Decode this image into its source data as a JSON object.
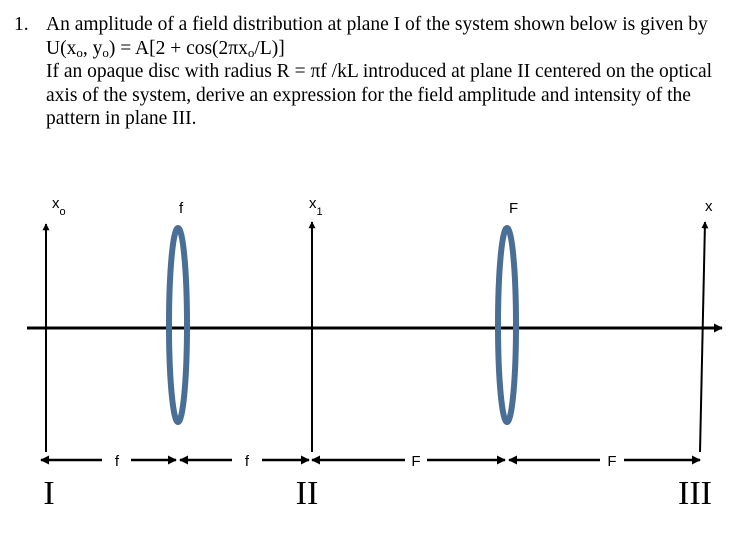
{
  "problem": {
    "number": "1.",
    "line1": "An amplitude of a field distribution at plane I of the system shown below is given by",
    "formula_prefix": "U(x",
    "sub_o": "o",
    "formula_mid": ", y",
    "formula_rest": ") = A[2 + cos(2πx",
    "formula_end": "/L)]",
    "line3": "If an opaque disc with radius R = πf /kL introduced at plane II centered on the optical",
    "line4": "axis of the system, derive an expression for the field amplitude and intensity of the",
    "line5": "pattern in plane III."
  },
  "diagram": {
    "axis_labels": {
      "x0_base": "x",
      "x0_sub": "o",
      "x1_base": "x",
      "x1_sub": "1",
      "x": "x"
    },
    "lens_labels": {
      "lens1": "f",
      "lens2": "F"
    },
    "distance_labels": [
      "f",
      "f",
      "F",
      "F"
    ],
    "plane_labels": [
      "I",
      "II",
      "III"
    ],
    "colors": {
      "lens": "#4a6f96",
      "line": "#000000"
    }
  }
}
